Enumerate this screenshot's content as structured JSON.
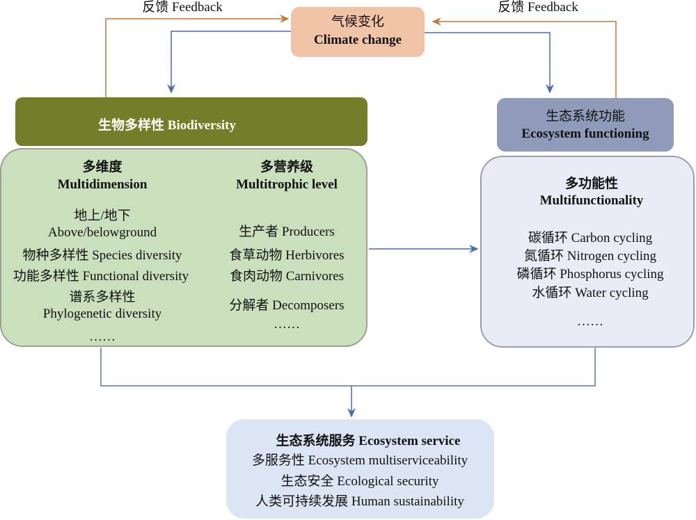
{
  "feedback_left": "反馈 Feedback",
  "feedback_right": "反馈 Feedback",
  "climate": {
    "zh": "气候变化",
    "en": "Climate change"
  },
  "biodiversity": {
    "title": "生物多样性 Biodiversity",
    "multidimension": {
      "zh": "多维度",
      "en": "Multidimension",
      "items": [
        "地上/地下",
        "Above/belowground",
        "物种多样性 Species diversity",
        "功能多样性 Functional diversity",
        "谱系多样性",
        "Phylogenetic diversity",
        "……"
      ]
    },
    "multitrophic": {
      "zh": "多营养级",
      "en": "Multitrophic level",
      "items": [
        "生产者 Producers",
        "食草动物 Herbivores",
        "食肉动物 Carnivores",
        "分解者 Decomposers",
        "……"
      ]
    }
  },
  "ecosystem_functioning": {
    "zh": "生态系统功能",
    "en": "Ecosystem functioning",
    "multifunctionality": {
      "zh": "多功能性",
      "en": "Multifunctionality",
      "items": [
        "碳循环 Carbon cycling",
        "氮循环 Nitrogen cycling",
        "磷循环 Phosphorus cycling",
        "水循环 Water cycling",
        "……"
      ]
    }
  },
  "ecosystem_service": {
    "title": "生态系统服务 Ecosystem service",
    "items": [
      "多服务性 Ecosystem multiserviceability",
      "生态安全 Ecological security",
      "人类可持续发展 Human sustainability"
    ]
  },
  "colors": {
    "feedback": "#c07a3a",
    "driver": "#4a6cb0",
    "connector": "#5a7a90"
  }
}
